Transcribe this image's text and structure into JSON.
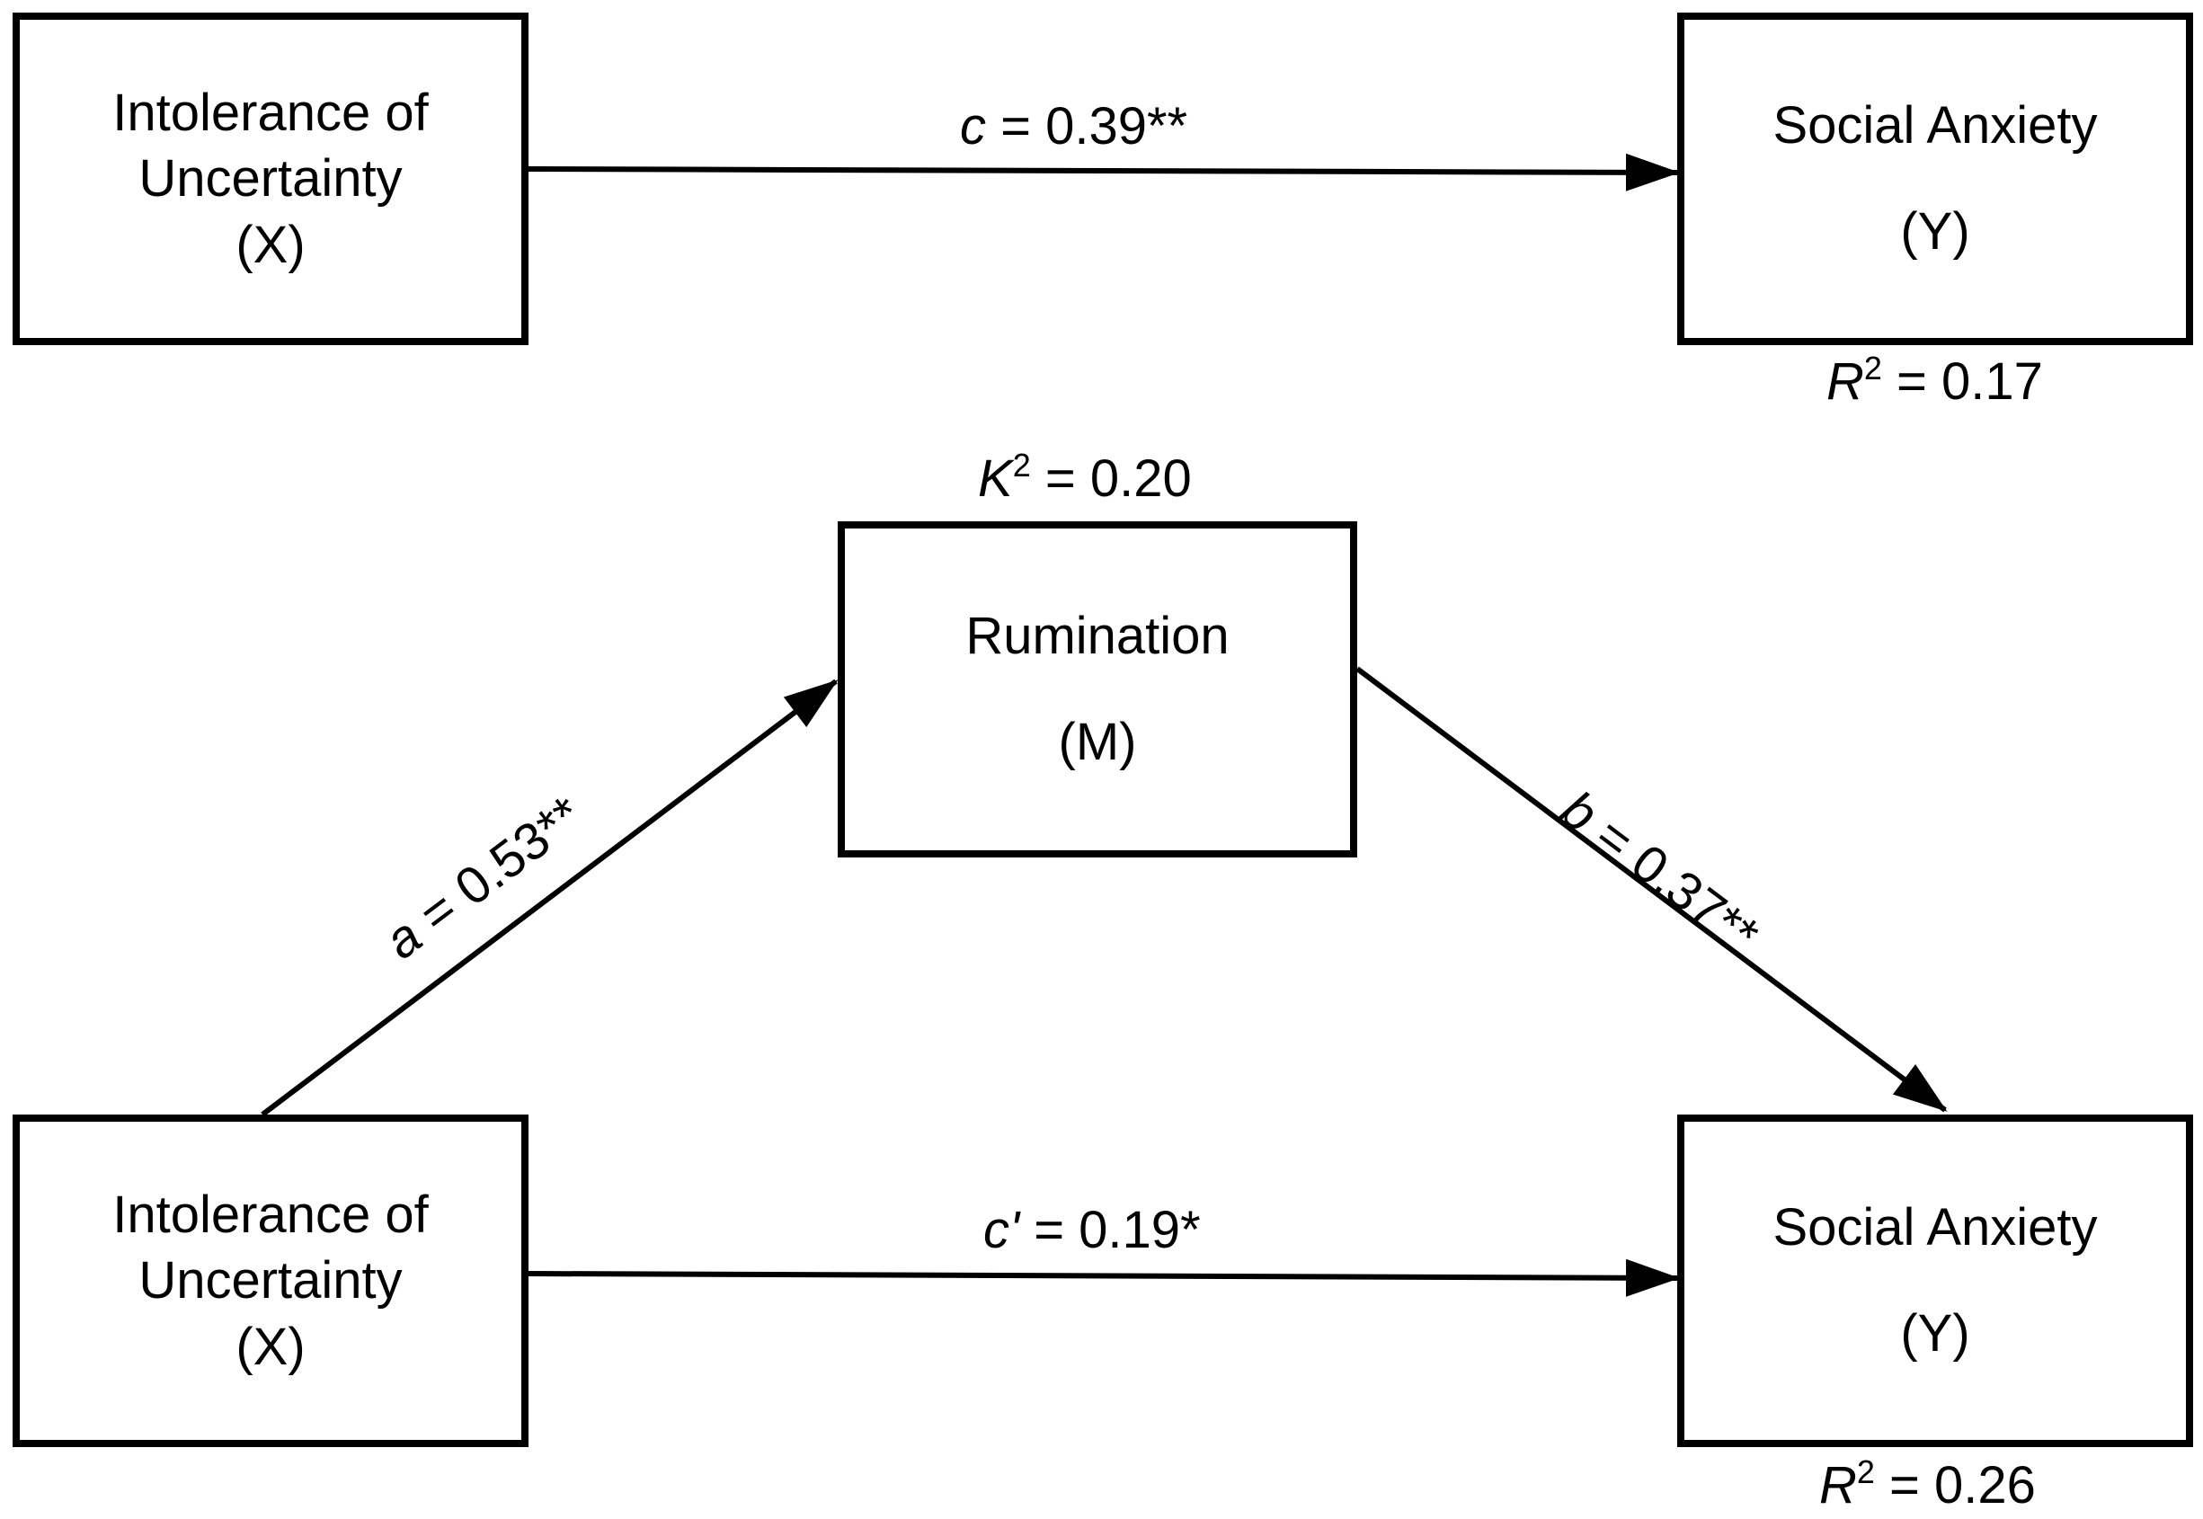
{
  "top_model": {
    "x_box": {
      "lines": [
        "Intolerance of",
        "Uncertainty"
      ],
      "symbol": "(X)"
    },
    "y_box": {
      "lines": [
        "Social Anxiety"
      ],
      "symbol": "(Y)"
    },
    "path_c": {
      "letter": "c",
      "rest": " = 0.39**"
    },
    "r2": {
      "letter": "R",
      "sup": "2",
      "rest": " = 0.17"
    }
  },
  "bottom_model": {
    "m_box": {
      "lines": [
        "Rumination"
      ],
      "symbol": "(M)"
    },
    "x_box": {
      "lines": [
        "Intolerance of",
        "Uncertainty"
      ],
      "symbol": "(X)"
    },
    "y_box": {
      "lines": [
        "Social Anxiety"
      ],
      "symbol": "(Y)"
    },
    "k2": {
      "letter": "K",
      "sup": "2",
      "rest": " = 0.20"
    },
    "path_a": {
      "letter": "a",
      "rest": " = 0.53**"
    },
    "path_b": {
      "letter": "b",
      "rest": " = 0.37**"
    },
    "path_c_prime": {
      "letter": "c'",
      "rest": " = 0.19*"
    },
    "r2": {
      "letter": "R",
      "sup": "2",
      "rest": " = 0.26"
    }
  }
}
